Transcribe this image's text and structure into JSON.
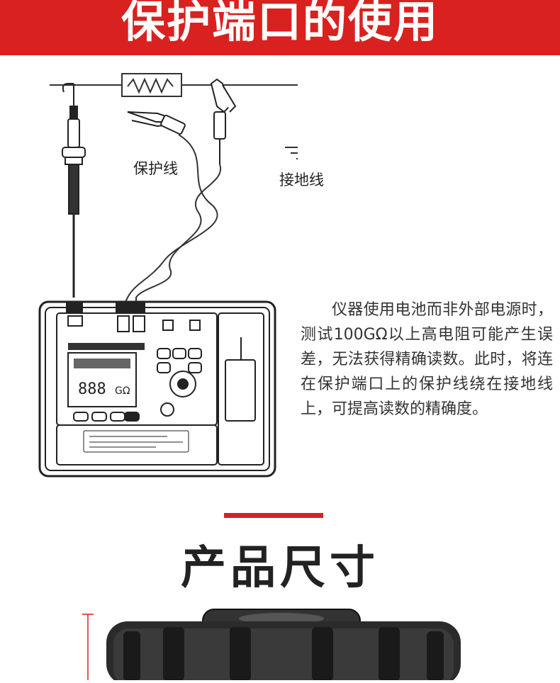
{
  "banner": {
    "title": "保护端口的使用",
    "color": "#d9211f"
  },
  "diagram": {
    "guard_label": "保护线",
    "ground_label": "接地线",
    "lcd_reading": "888",
    "lcd_unit": "GΩ",
    "icons": [
      "resistor-symbol",
      "ground-symbol",
      "probe-icon",
      "alligator-clip-icon"
    ]
  },
  "description": {
    "text": "仪器使用电池而非外部电源时，测试100GΩ以上高电阻可能产生误差，无法获得精确读数。此时，将连在保护端口上的保护线绕在接地线上，可提高读数的精确度。"
  },
  "section": {
    "title": "产品尺寸",
    "accent": "#d9211f"
  }
}
